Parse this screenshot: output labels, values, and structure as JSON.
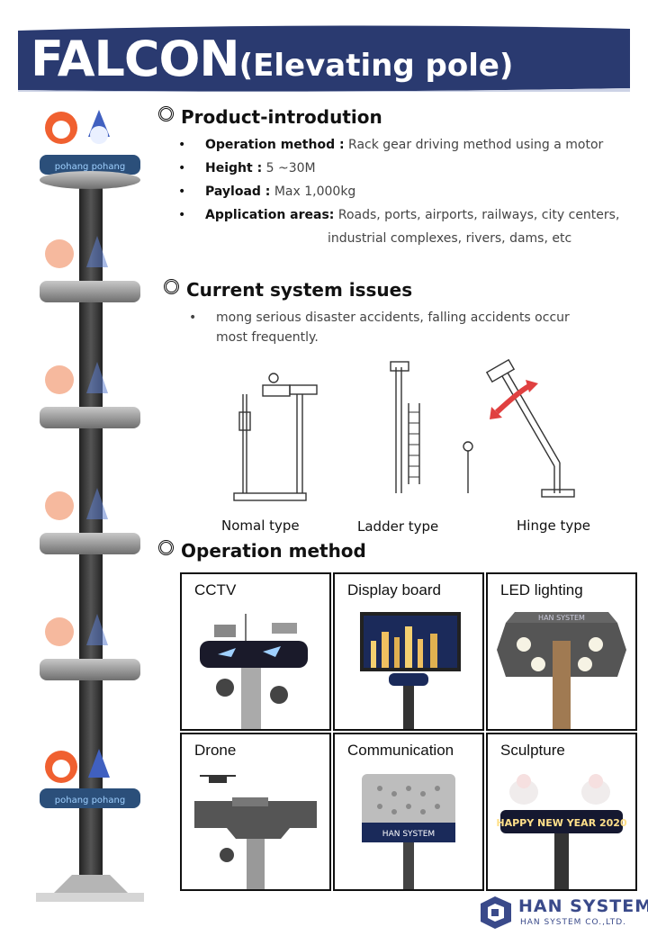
{
  "banner": {
    "title_main": "FALCON",
    "title_sub": "(Elevating pole)"
  },
  "sections": {
    "intro": {
      "heading": "Product-introdution",
      "items": [
        {
          "key": "Operation method :",
          "value": " Rack gear driving method using a motor"
        },
        {
          "key": "Height :",
          "value": " 5 ~30M"
        },
        {
          "key": "Payload :",
          "value": " Max 1,000kg"
        },
        {
          "key": "Application areas:",
          "value": " Roads, ports, airports, railways, city centers,",
          "value2": "industrial complexes, rivers, dams, etc"
        }
      ]
    },
    "issues": {
      "heading": "Current system issues",
      "line1": "mong serious disaster accidents, falling accidents occur",
      "line2": "most frequently.",
      "types": [
        "Nomal type",
        "Ladder type",
        "Hinge type"
      ]
    },
    "operation": {
      "heading": "Operation method",
      "cells": [
        "CCTV",
        "Display board",
        "LED lighting",
        "Drone",
        "Communication",
        "Sculpture"
      ]
    }
  },
  "pole_sign_text": "pohang pohang",
  "sculpture_sign": "HAPPY NEW YEAR 2020",
  "module_brand": "HAN SYSTEM",
  "logo": {
    "name": "HAN SYSTEM",
    "sub": "HAN SYSTEM CO.,LTD."
  },
  "colors": {
    "banner": "#2a3a70",
    "pole": "#3a3a3a",
    "disk": "#8a8a8a",
    "arrow": "#e04040"
  }
}
